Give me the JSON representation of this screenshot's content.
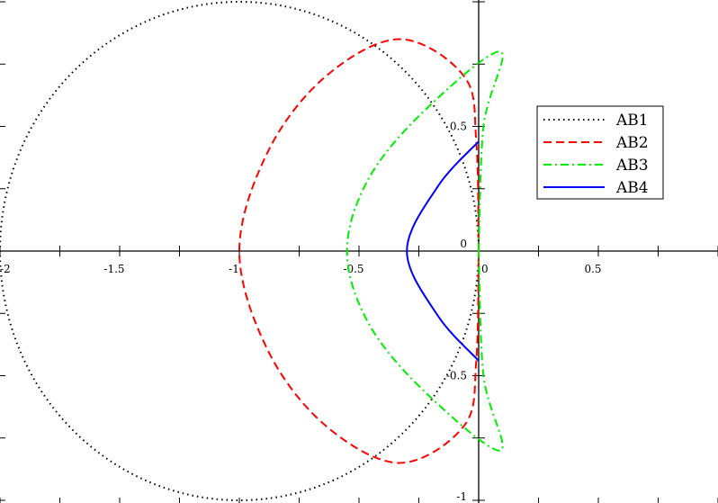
{
  "chart_data": {
    "type": "line",
    "title": "",
    "xlabel": "",
    "ylabel": "",
    "xlim": [
      -2.0,
      1.0
    ],
    "ylim": [
      -1.05,
      1.05
    ],
    "grid": false,
    "legend_position": "top-right",
    "x_ticks": [
      {
        "value": -2.0,
        "label": "-2"
      },
      {
        "value": -1.5,
        "label": "-1.5"
      },
      {
        "value": -1.0,
        "label": "-1"
      },
      {
        "value": -0.5,
        "label": "-0.5"
      },
      {
        "value": 0.0,
        "label": "0"
      },
      {
        "value": 0.5,
        "label": "0.5"
      }
    ],
    "y_ticks": [
      {
        "value": 0.5,
        "label": "0.5"
      },
      {
        "value": 0.0,
        "label": "0"
      },
      {
        "value": -0.5,
        "label": "-0.5"
      },
      {
        "value": -1.0,
        "label": "-1"
      }
    ],
    "series": [
      {
        "name": "AB1",
        "color": "#000000",
        "dash": "dotted",
        "x": [
          0.0,
          -0.07,
          -0.27,
          -0.57,
          -1.0,
          -1.43,
          -1.73,
          -1.93,
          -2.0,
          -1.93,
          -1.73,
          -1.43,
          -1.0,
          -0.57,
          -0.27,
          -0.07,
          0.0
        ],
        "y": [
          0.0,
          0.5,
          0.71,
          0.91,
          1.0,
          0.91,
          0.71,
          0.5,
          0.0,
          -0.5,
          -0.71,
          -0.91,
          -1.0,
          -0.91,
          -0.71,
          -0.5,
          0.0
        ]
      },
      {
        "name": "AB2",
        "color": "#ff0000",
        "dash": "dashed",
        "x": [
          0.0,
          -0.01,
          -0.06,
          -0.33,
          -0.64,
          -0.88,
          -1.0,
          -0.88,
          -0.64,
          -0.33,
          -0.06,
          -0.01,
          0.0
        ],
        "y": [
          0.0,
          0.44,
          0.7,
          0.85,
          0.7,
          0.4,
          0.0,
          -0.4,
          -0.7,
          -0.85,
          -0.7,
          -0.44,
          0.0
        ],
        "y_x": []
      },
      {
        "name": "AB3",
        "color": "#00ee00",
        "dash": "dashdot",
        "x": [
          0.0,
          0.02,
          0.09,
          -0.23,
          -0.46,
          -0.55,
          -0.46,
          -0.23,
          0.09,
          0.02,
          0.0
        ],
        "y": [
          0.0,
          0.5,
          0.8,
          0.56,
          0.29,
          0.0,
          -0.29,
          -0.56,
          -0.8,
          -0.5,
          0.0
        ]
      },
      {
        "name": "AB4",
        "color": "#0000ff",
        "dash": "solid",
        "x": [
          0.0,
          -0.17,
          -0.3,
          -0.17,
          0.0
        ],
        "y": [
          0.44,
          0.26,
          0.0,
          -0.26,
          -0.44
        ]
      }
    ]
  }
}
